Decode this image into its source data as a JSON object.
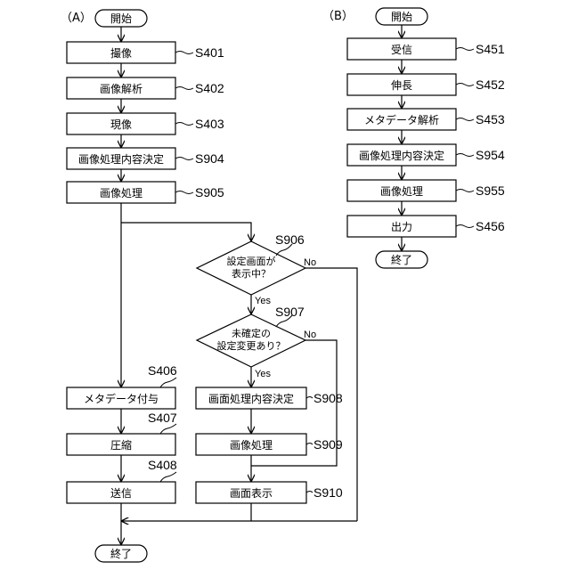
{
  "section_a": {
    "label": "（A）",
    "start": "開始",
    "end": "終了",
    "steps": {
      "s401": {
        "text": "撮像",
        "id": "S401"
      },
      "s402": {
        "text": "画像解析",
        "id": "S402"
      },
      "s403": {
        "text": "現像",
        "id": "S403"
      },
      "s904": {
        "text": "画像処理内容決定",
        "id": "S904"
      },
      "s905": {
        "text": "画像処理",
        "id": "S905"
      },
      "s406": {
        "text": "メタデータ付与",
        "id": "S406"
      },
      "s407": {
        "text": "圧縮",
        "id": "S407"
      },
      "s408": {
        "text": "送信",
        "id": "S408"
      },
      "s908": {
        "text": "画面処理内容決定",
        "id": "S908"
      },
      "s909": {
        "text": "画像処理",
        "id": "S909"
      },
      "s910": {
        "text": "画面表示",
        "id": "S910"
      }
    },
    "decisions": {
      "s906": {
        "line1": "設定画面が",
        "line2": "表示中？",
        "id": "S906",
        "yes": "Yes",
        "no": "No"
      },
      "s907": {
        "line1": "未確定の",
        "line2": "設定変更あり？",
        "id": "S907",
        "yes": "Yes",
        "no": "No"
      }
    }
  },
  "section_b": {
    "label": "（B）",
    "start": "開始",
    "end": "終了",
    "steps": {
      "s451": {
        "text": "受信",
        "id": "S451"
      },
      "s452": {
        "text": "伸長",
        "id": "S452"
      },
      "s453": {
        "text": "メタデータ解析",
        "id": "S453"
      },
      "s954": {
        "text": "画像処理内容決定",
        "id": "S954"
      },
      "s955": {
        "text": "画像処理",
        "id": "S955"
      },
      "s456": {
        "text": "出力",
        "id": "S456"
      }
    }
  }
}
